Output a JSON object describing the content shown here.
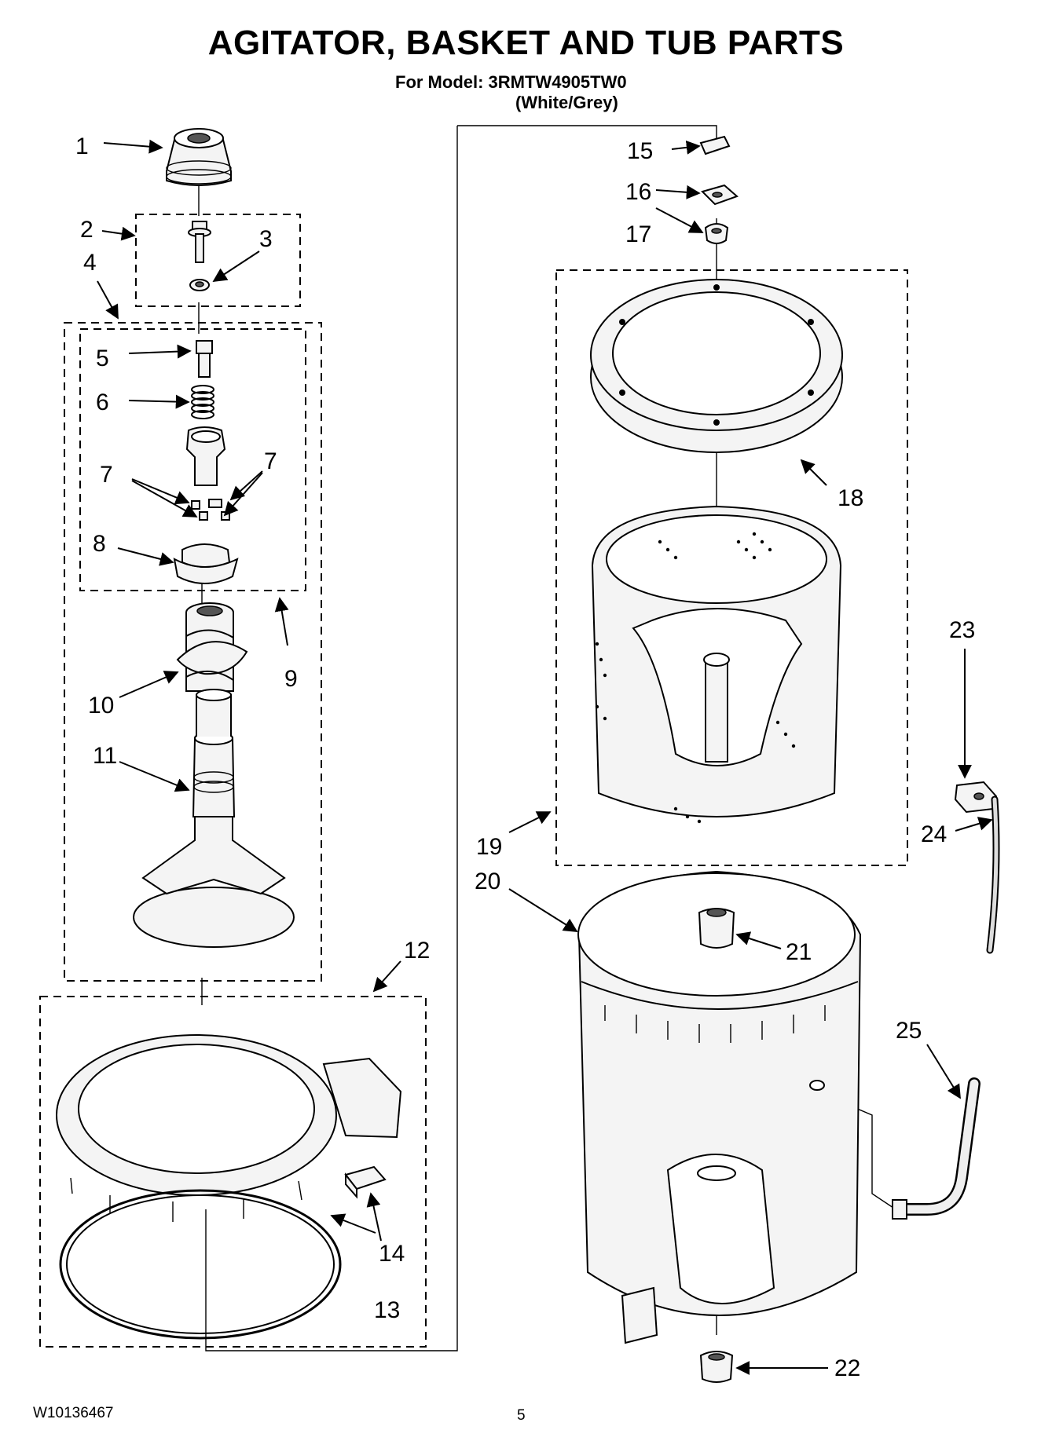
{
  "header": {
    "title": "AGITATOR, BASKET AND TUB PARTS",
    "model_line": "For Model: 3RMTW4905TW0",
    "color_line": "(White/Grey)"
  },
  "footer": {
    "doc_number": "W10136467",
    "page_number": "5"
  },
  "callouts": {
    "c1": "1",
    "c2": "2",
    "c3": "3",
    "c4": "4",
    "c5": "5",
    "c6": "6",
    "c7a": "7",
    "c7b": "7",
    "c8": "8",
    "c9": "9",
    "c10": "10",
    "c11": "11",
    "c12": "12",
    "c13": "13",
    "c14": "14",
    "c15": "15",
    "c16": "16",
    "c17": "17",
    "c18": "18",
    "c19": "19",
    "c20": "20",
    "c21": "21",
    "c22": "22",
    "c23": "23",
    "c24": "24",
    "c25": "25"
  }
}
